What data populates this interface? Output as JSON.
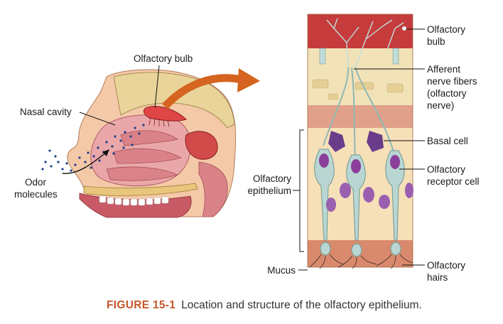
{
  "labels": {
    "olfactory_bulb_left": "Olfactory bulb",
    "nasal_cavity": "Nasal cavity",
    "odor_molecules_1": "Odor",
    "odor_molecules_2": "molecules",
    "olfactory_epithelium_1": "Olfactory",
    "olfactory_epithelium_2": "epithelium",
    "mucus": "Mucus",
    "olfactory_bulb_right_1": "Olfactory",
    "olfactory_bulb_right_2": "bulb",
    "afferent_1": "Afferent",
    "afferent_2": "nerve fibers",
    "afferent_3": "(olfactory",
    "afferent_4": "nerve)",
    "basal_cell": "Basal cell",
    "receptor_1": "Olfactory",
    "receptor_2": "receptor cell",
    "hairs_1": "Olfactory",
    "hairs_2": "hairs"
  },
  "caption": {
    "figure": "FIGURE 15-1",
    "text": "Location and structure of the olfactory epithelium."
  },
  "colors": {
    "caption_accent": "#c3572a",
    "arrow": "#d4641f",
    "tissue_red": "#c63c3c",
    "bone": "#f2e2b8",
    "neuron": "#8fb8b4",
    "nucleus": "#8c3f9a",
    "odor_dot": "#1f3f8a"
  }
}
